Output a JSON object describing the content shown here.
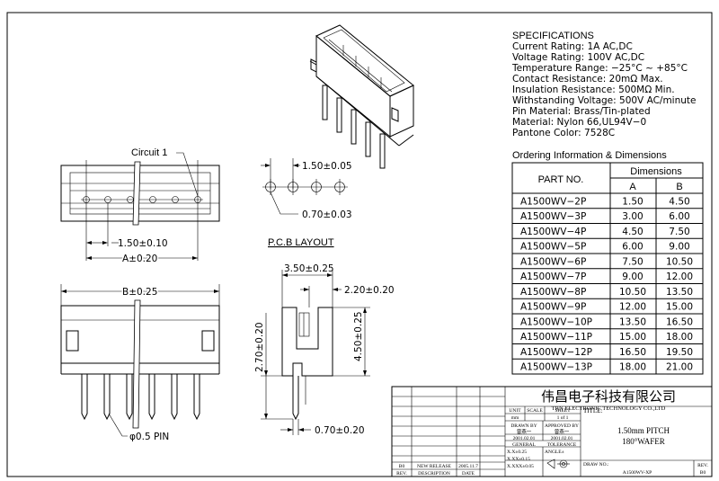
{
  "specifications": {
    "heading": "SPECIFICATIONS",
    "lines": [
      "Current Rating: 1A AC,DC",
      "Voltage Rating: 100V AC,DC",
      "Temperature Range: −25°C ~ +85°C",
      "Contact Resistance: 20mΩ Max.",
      "Insulation Resistance: 500MΩ Min.",
      "Withstanding Voltage: 500V AC/minute",
      "Pin Material: Brass/Tin-plated",
      "Material: Nylon 66,UL94V−0",
      "Pantone Color: 7528C"
    ]
  },
  "ordering": {
    "heading": "Ordering Information & Dimensions",
    "col_part": "PART NO.",
    "col_dims": "Dimensions",
    "col_a": "A",
    "col_b": "B",
    "rows": [
      [
        "A1500WV−2P",
        "1.50",
        "4.50"
      ],
      [
        "A1500WV−3P",
        "3.00",
        "6.00"
      ],
      [
        "A1500WV−4P",
        "4.50",
        "7.50"
      ],
      [
        "A1500WV−5P",
        "6.00",
        "9.00"
      ],
      [
        "A1500WV−6P",
        "7.50",
        "10.50"
      ],
      [
        "A1500WV−7P",
        "9.00",
        "12.00"
      ],
      [
        "A1500WV−8P",
        "10.50",
        "13.50"
      ],
      [
        "A1500WV−9P",
        "12.00",
        "15.00"
      ],
      [
        "A1500WV−10P",
        "13.50",
        "16.50"
      ],
      [
        "A1500WV−11P",
        "15.00",
        "18.00"
      ],
      [
        "A1500WV−12P",
        "16.50",
        "19.50"
      ],
      [
        "A1500WV−13P",
        "18.00",
        "21.00"
      ]
    ]
  },
  "top_view": {
    "circuit_label": "Circuit 1",
    "pitch_dim": "1.50±0.10",
    "a_dim": "A±0.20"
  },
  "pcb": {
    "title": "P.C.B LAYOUT",
    "pitch_dim": "1.50±0.05",
    "hole_dim": "0.70±0.03"
  },
  "front_view": {
    "b_dim": "B±0.25",
    "pin_label": "φ0.5 PIN"
  },
  "side_view": {
    "dim_width": "3.50±0.25",
    "dim_top": "2.20±0.20",
    "dim_height": "4.50±0.25",
    "dim_pin": "2.70±0.20",
    "dim_pin_w": "0.70±0.20"
  },
  "title_block": {
    "company_cn": "伟昌电子科技有限公司",
    "company_en": "TRN ELECTRONIC TECHNOLOGY CO.,LTD",
    "title_label": "TITLE:",
    "title_line1": "1.50mm PITCH",
    "title_line2": "180°WAFER",
    "unit_label": "UNIT",
    "unit_value": "mm",
    "scale_label": "SCALE",
    "sheet_label": "SHEET",
    "sheet_value": "1 of 1",
    "drawn_by_label": "DRAWN BY",
    "drawn_by_value": "曾燕一",
    "approved_by_label": "APPROVED BY",
    "approved_by_value": "曾燕一",
    "drawn_date": "2001.02.01",
    "approved_date": "2001.02.01",
    "general_label": "GENERAL",
    "tolerance_label": "TOLERANCE",
    "tol_1": "X.X±0.25",
    "tol_2": "X.XX±0.15",
    "tol_3": "X.XXX±0.05",
    "angle_label": "ANGLE±",
    "drw_no_label": "DRAW NO.:",
    "drw_no_value": "A1500WV-XP",
    "rev_label": "REV.",
    "rev_value": "B0",
    "rev_row_rev": "B0",
    "rev_row_desc": "NEW RELEASE",
    "rev_row_date": "2005.11.7",
    "hdr_rev": "REV.",
    "hdr_desc": "DESCRIPTION",
    "hdr_date": "DATE"
  }
}
